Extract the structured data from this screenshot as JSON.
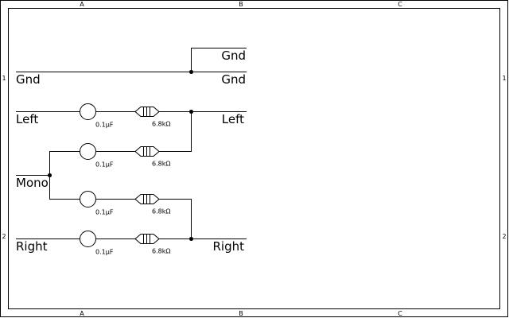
{
  "frame": {
    "columns": [
      "A",
      "B",
      "C"
    ],
    "rows": [
      "1",
      "2"
    ]
  },
  "nets": {
    "gnd_left": "Gnd",
    "gnd_right_top": "Gnd",
    "gnd_right": "Gnd",
    "left_in": "Left",
    "left_out": "Left",
    "mono": "Mono",
    "right_in": "Right",
    "right_out": "Right"
  },
  "components": [
    {
      "cap": "0.1µF",
      "res": "6.8kΩ"
    },
    {
      "cap": "0.1µF",
      "res": "6.8kΩ"
    },
    {
      "cap": "0.1µF",
      "res": "6.8kΩ"
    },
    {
      "cap": "0.1µF",
      "res": "6.8kΩ"
    }
  ]
}
